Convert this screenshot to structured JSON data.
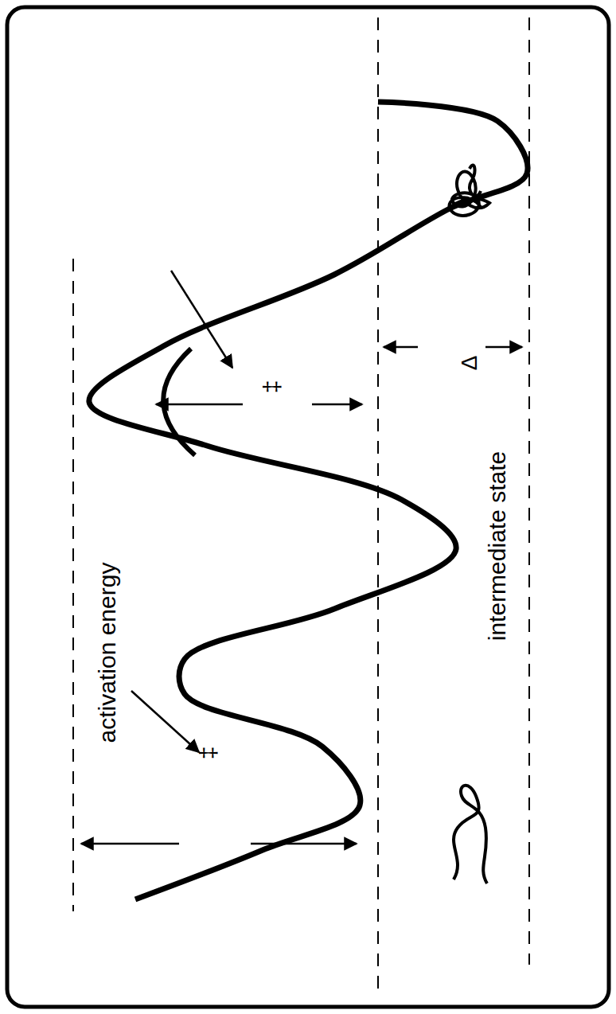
{
  "diagram": {
    "labels": [
      "activation energy",
      "‡",
      "intermediate state",
      "‡",
      "Δ"
    ]
  }
}
